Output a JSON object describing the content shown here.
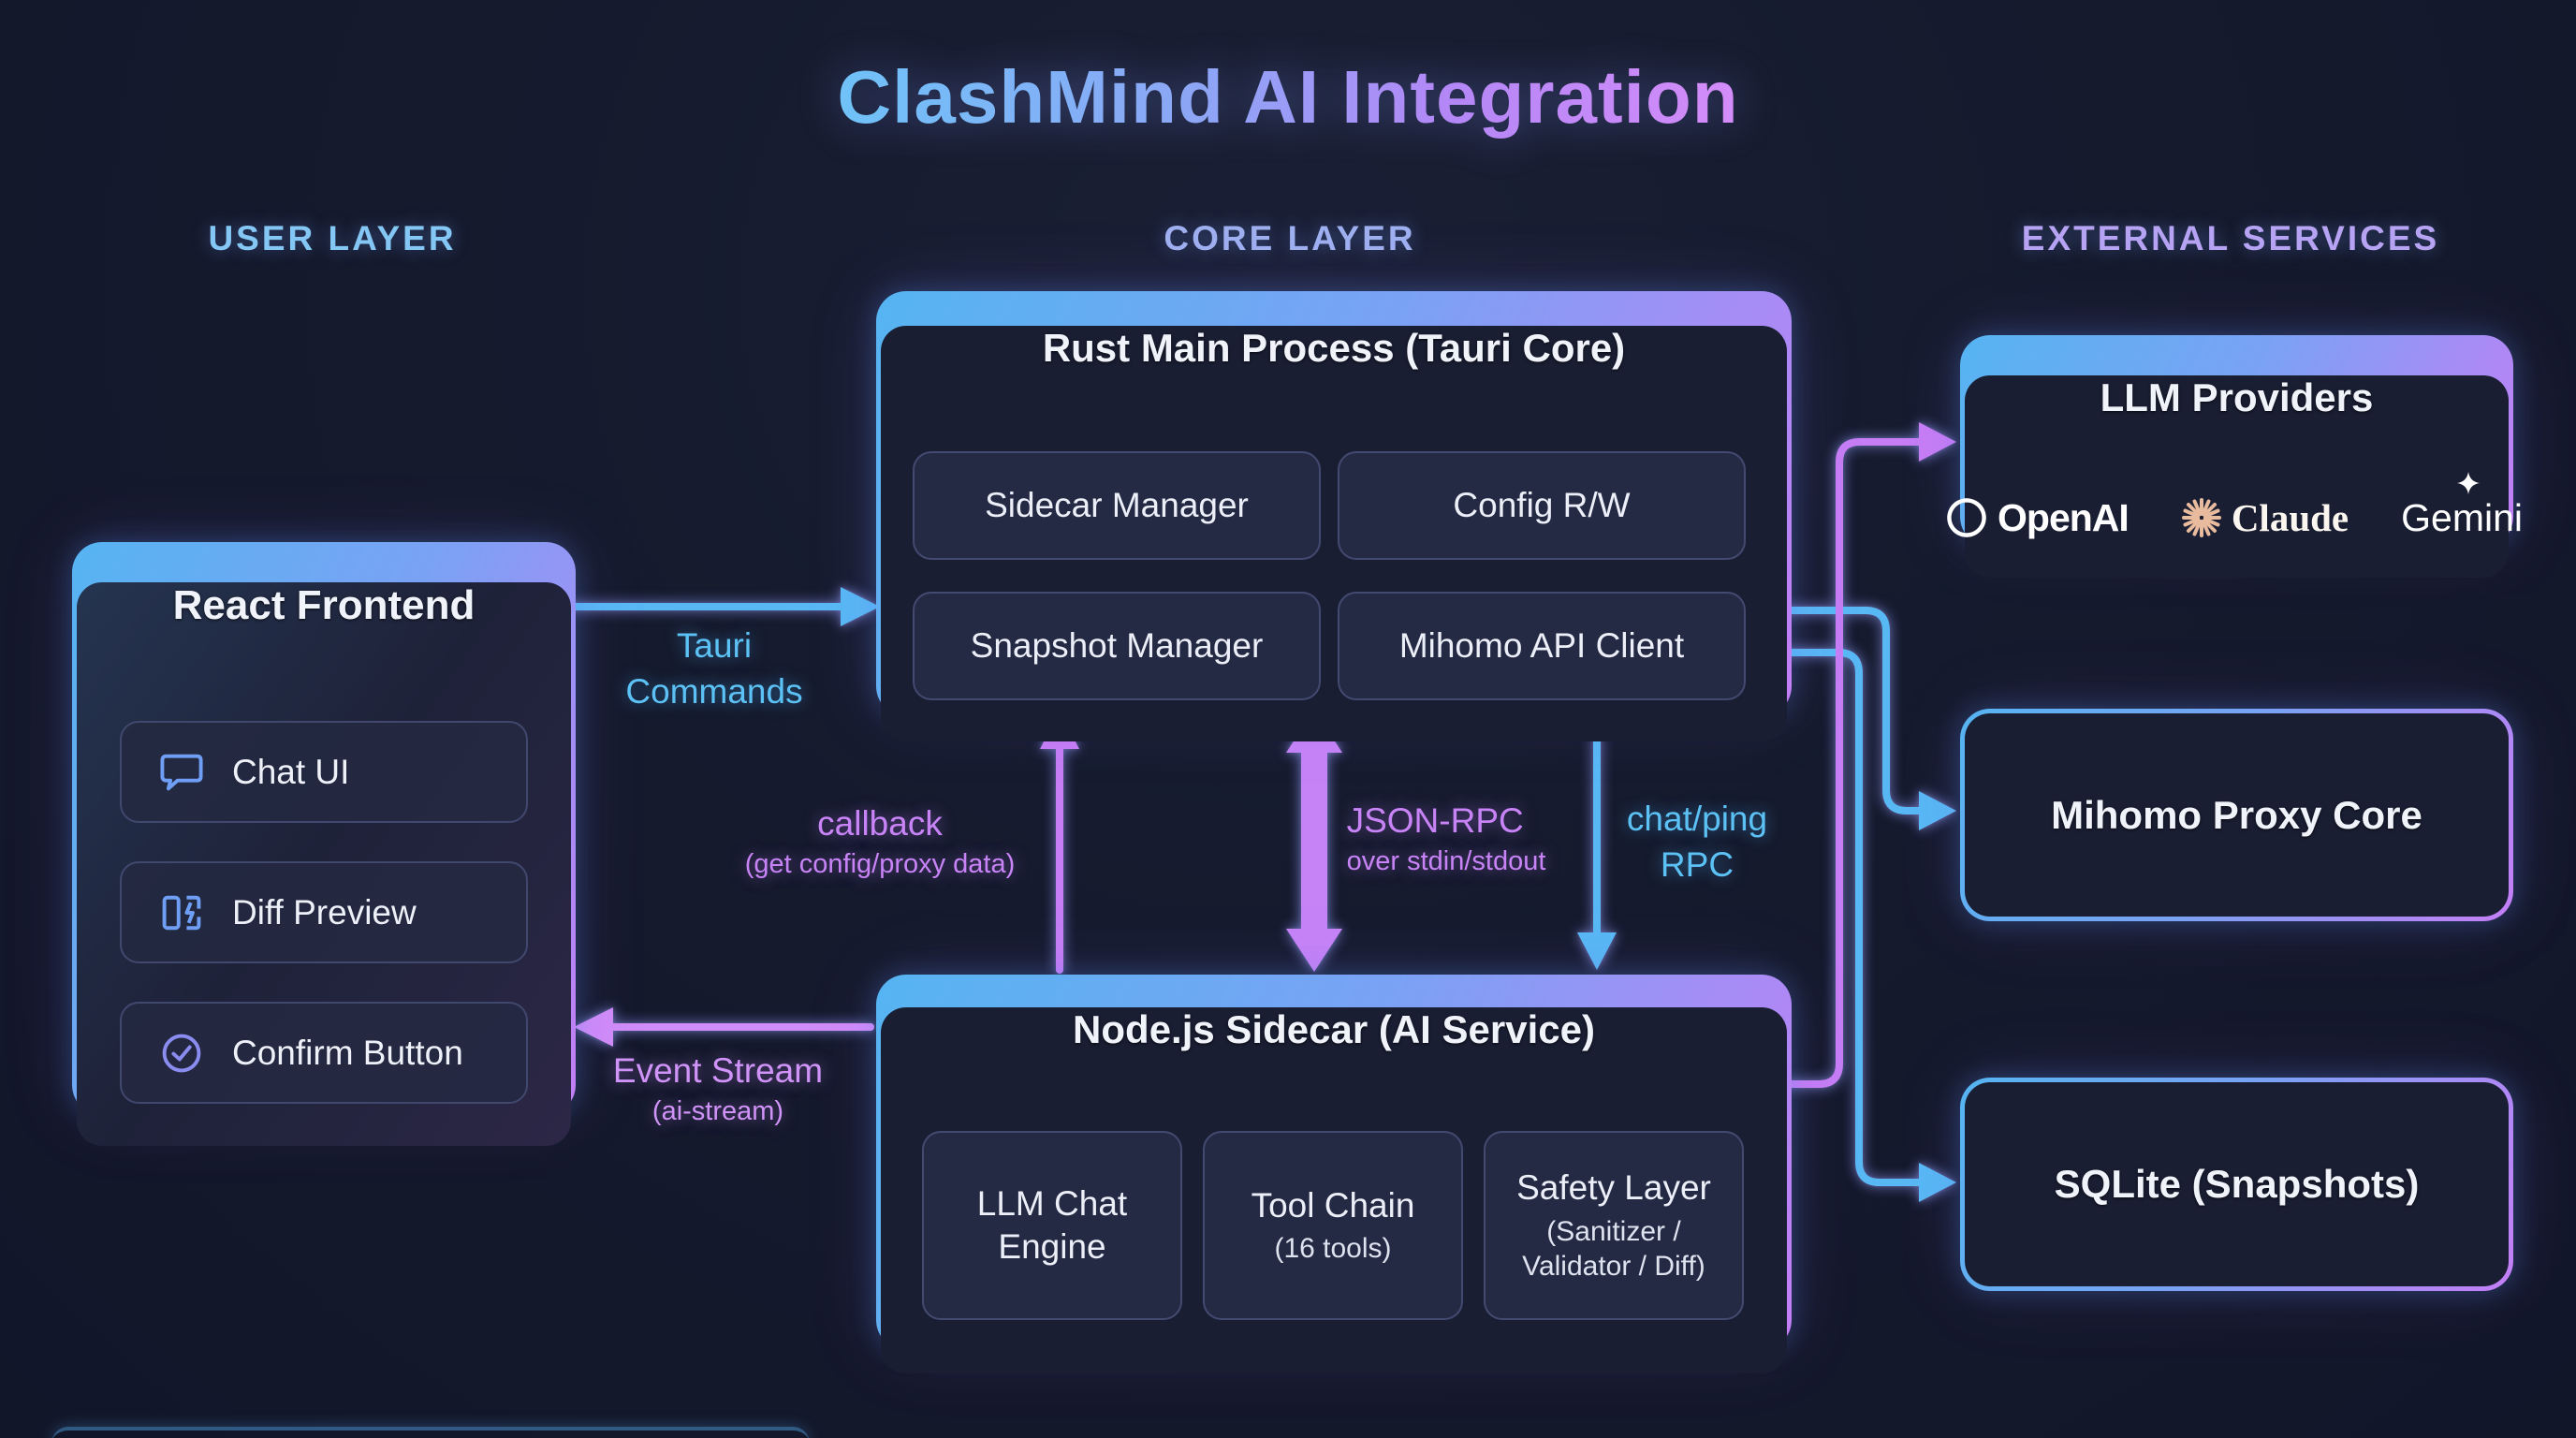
{
  "title": "ClashMind AI Integration",
  "layer_headers": {
    "user": "USER LAYER",
    "core": "CORE LAYER",
    "external": "EXTERNAL SERVICES"
  },
  "react_frontend": {
    "title": "React Frontend",
    "items": [
      {
        "label": "Chat UI",
        "icon": "chat-bubble-icon"
      },
      {
        "label": "Diff Preview",
        "icon": "diff-columns-icon"
      },
      {
        "label": "Confirm Button",
        "icon": "check-circle-icon"
      }
    ]
  },
  "rust_core": {
    "title": "Rust Main Process (Tauri Core)",
    "modules": [
      {
        "label": "Sidecar Manager"
      },
      {
        "label": "Config R/W"
      },
      {
        "label": "Snapshot Manager"
      },
      {
        "label": "Mihomo API Client"
      }
    ]
  },
  "node_sidecar": {
    "title": "Node.js Sidecar (AI Service)",
    "modules": [
      {
        "title": "LLM Chat Engine",
        "subtitle": ""
      },
      {
        "title": "Tool Chain",
        "subtitle": "(16 tools)"
      },
      {
        "title": "Safety Layer",
        "subtitle": "(Sanitizer / Validator / Diff)"
      }
    ]
  },
  "external_services": {
    "llm_providers": {
      "title": "LLM Providers",
      "providers": [
        {
          "name": "OpenAI"
        },
        {
          "name": "Claude"
        },
        {
          "name": "Gemini"
        }
      ]
    },
    "mihomo_proxy": {
      "title": "Mihomo Proxy Core"
    },
    "sqlite": {
      "title": "SQLite (Snapshots)"
    }
  },
  "edges": {
    "tauri_commands": {
      "line1": "Tauri",
      "line2": "Commands"
    },
    "event_stream": {
      "line1": "Event Stream",
      "line2": "(ai-stream)"
    },
    "callback": {
      "line1": "callback",
      "line2": "(get config/proxy data)"
    },
    "json_rpc": {
      "line1": "JSON-RPC",
      "line2": "over stdin/stdout"
    },
    "chat_ping": {
      "line1": "chat/ping",
      "line2": "RPC"
    }
  },
  "colors": {
    "background": "#151a2d",
    "accent_blue": "#58b8f4",
    "accent_purple": "#c77df6",
    "accent_violet": "#d08cf8",
    "claude_logo": "#e9bb9e",
    "box_fill": "#1a1e33",
    "subbox_fill": "#272c48"
  }
}
